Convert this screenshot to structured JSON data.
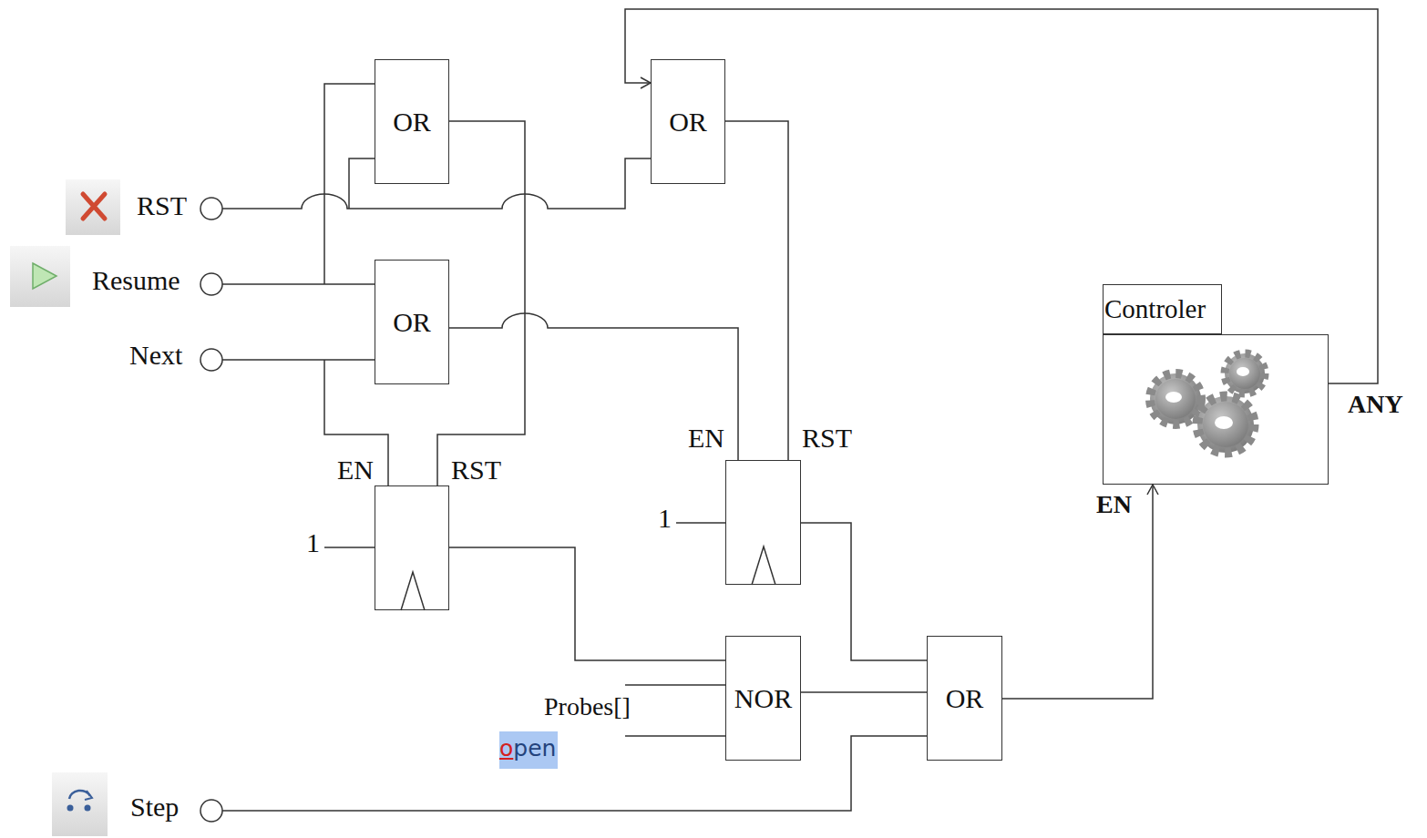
{
  "diagram": {
    "nodes": [
      {
        "text": [
          "OR"
        ]
      },
      {
        "text": [
          "OR"
        ]
      },
      {
        "text": [
          "OR"
        ]
      },
      {
        "text": [
          "EN",
          "RST"
        ]
      },
      {
        "text": [
          "EN",
          "RST"
        ]
      },
      {
        "text": [
          "NOR"
        ]
      },
      {
        "text": [
          "OR"
        ]
      },
      {
        "text": [
          "Controler"
        ]
      }
    ],
    "edges": [
      {
        "from": 0,
        "to": 3,
        "arrow": "none"
      },
      {
        "from": 2,
        "to": 4,
        "arrow": "none"
      },
      {
        "from": 1,
        "to": 4,
        "arrow": "none"
      },
      {
        "from": 3,
        "to": 5,
        "arrow": "none"
      },
      {
        "from": 5,
        "to": 6,
        "arrow": "none"
      },
      {
        "from": 4,
        "to": 6,
        "arrow": "none"
      },
      {
        "from": 6,
        "to": 7,
        "arrow": "to"
      },
      {
        "from": 7,
        "to": 1,
        "arrow": "to"
      }
    ],
    "labels": [
      "RST",
      "Resume",
      "Next",
      "1",
      "1",
      "Probes[]",
      "open",
      "Step",
      "EN",
      "ANY"
    ]
  }
}
